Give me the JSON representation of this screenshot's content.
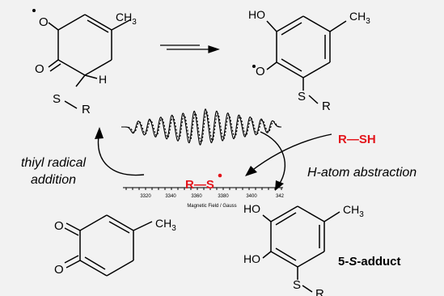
{
  "scheme": {
    "labels": {
      "thiyl_line1": "thiyl radical",
      "thiyl_line2": "addition",
      "h_abstraction": "H-atom abstraction",
      "adduct_prefix": "5-",
      "adduct_s": "S",
      "adduct_suffix": "-adduct"
    },
    "reagents": {
      "thiol": "R—SH",
      "thiyl_radical": "R—S"
    },
    "atoms": {
      "methyl": "CH",
      "methyl_sub": "3",
      "ho": "HO",
      "oxygen": "O",
      "hydrogen": "H",
      "sulfur": "S",
      "r_group": "R"
    },
    "spectrum": {
      "xlabel": "Magnetic Field / Gauss",
      "ticks": [
        "3320",
        "3340",
        "3360",
        "3380",
        "3400",
        "342"
      ]
    },
    "colors": {
      "accent_red": "#e3141b",
      "ink": "#000000",
      "background": "#f2f2f2"
    }
  }
}
